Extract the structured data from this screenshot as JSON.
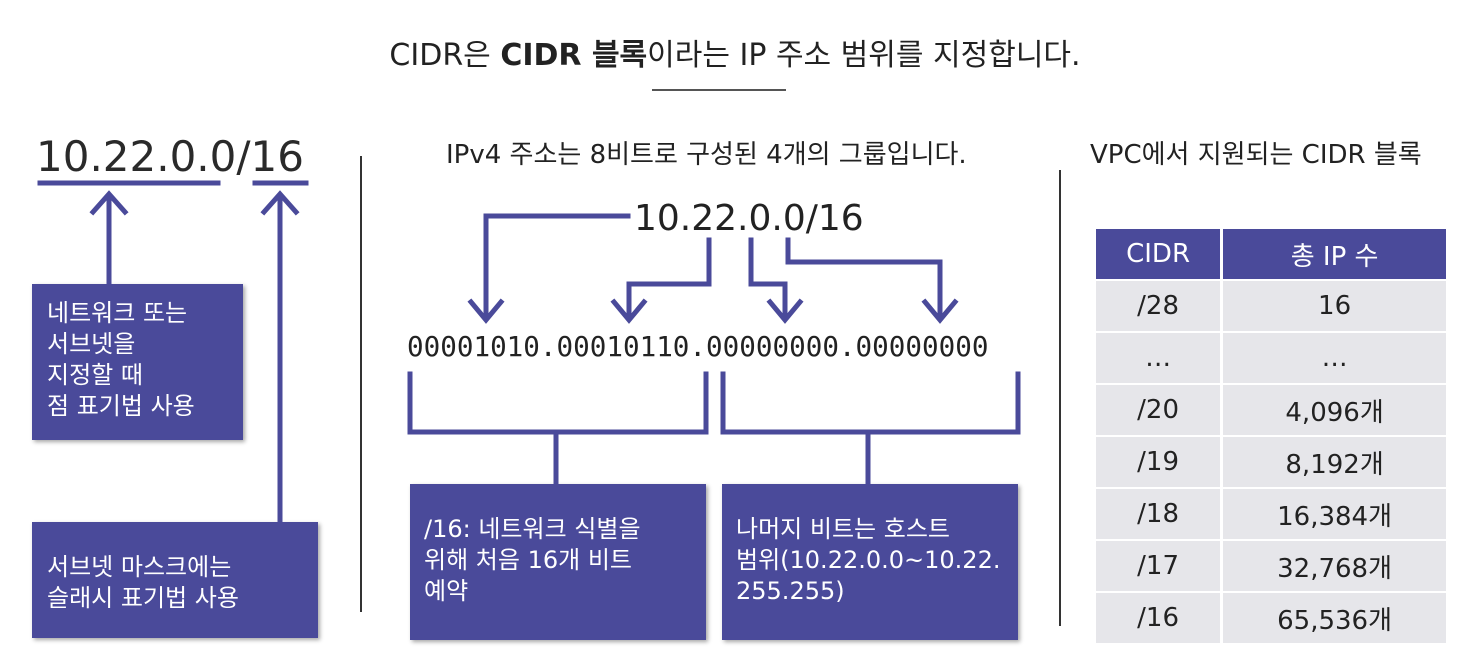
{
  "title": {
    "part1": "CIDR은 ",
    "bold": "CIDR 블록",
    "part2": "이라는 IP 주소 범위를 지정합니다."
  },
  "left": {
    "cidr_network": "10.22.0.0",
    "cidr_slash": "/",
    "cidr_prefix": "16",
    "box_dotted": "네트워크 또는\n서브넷을\n지정할 때\n점 표기법 사용",
    "box_slash": "서브넷 마스크에는\n슬래시 표기법 사용"
  },
  "middle": {
    "heading": "IPv4 주소는 8비트로 구성된 4개의 그룹입니다.",
    "cidr": "10.22.0.0/16",
    "binary": "00001010.00010110.00000000.00000000",
    "box_network": "/16: 네트워크 식별을\n위해 처음 16개 비트\n예약",
    "box_host": "나머지 비트는 호스트\n범위(10.22.0.0~10.22.\n255.255)"
  },
  "right": {
    "heading": "VPC에서 지원되는 CIDR 블록",
    "columns": [
      "CIDR",
      "총 IP 수"
    ],
    "rows": [
      [
        "/28",
        "16"
      ],
      [
        "…",
        "…"
      ],
      [
        "/20",
        "4,096개"
      ],
      [
        "/19",
        "8,192개"
      ],
      [
        "/18",
        "16,384개"
      ],
      [
        "/17",
        "32,768개"
      ],
      [
        "/16",
        "65,536개"
      ]
    ]
  },
  "colors": {
    "accent": "#4a4a9a",
    "table_cell": "#e6e6ea",
    "text": "#222222"
  }
}
